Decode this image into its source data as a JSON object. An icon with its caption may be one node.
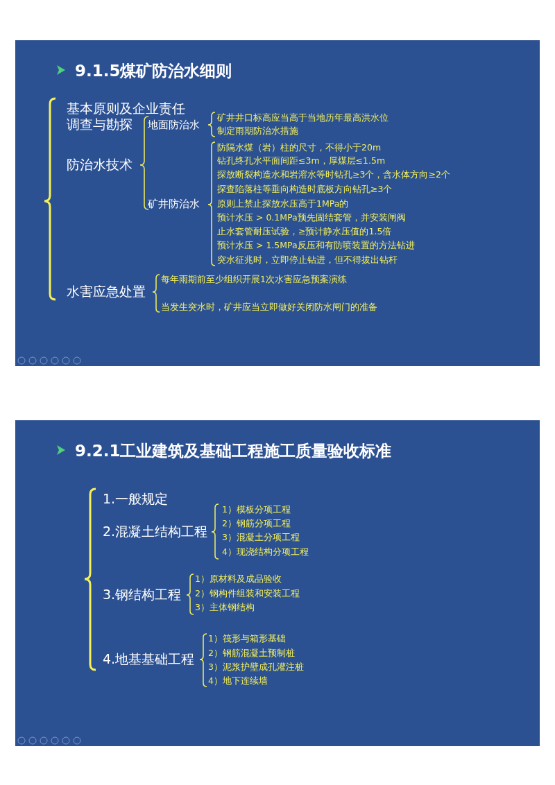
{
  "diagram": {
    "nodes": [
      {
        "text": [
          "9.1.5煤矿防治水细则"
        ]
      },
      {
        "text": [
          "9.2.1工业建筑及基础工程施工质量验收标准"
        ]
      }
    ],
    "edges": [],
    "labels": [
      "基本原则及企业责任",
      "调查与勘探",
      "地面防治水",
      "矿井井口标高应当高于当地历年最高洪水位",
      "制定雨期防治水措施",
      "防治水技术",
      "防隔水煤（岩）柱的尺寸，不得小于20m",
      "钻孔终孔水平面间距≤3m，厚煤层≤1.5m",
      "探放断裂构造水和岩溶水等时钻孔≥3个，含水体方向≥2个",
      "探查陷落柱等垂向构造时底板方向钻孔≥3个",
      "矿井防治水",
      "原则上禁止探放水压高于1MPa的",
      "预计水压 > 0.1MPa预先固结套管，并安装闸阀",
      "止水套管耐压试验，≥预计静水压值的1.5倍",
      "预计水压 > 1.5MPa反压和有防喷装置的方法钻进",
      "突水征兆时，立即停止钻进，但不得拔出钻杆",
      "每年雨期前至少组织开展1次水害应急预案演练",
      "水害应急处置",
      "当发生突水时，矿井应当立即做好关闭防水闸门的准备",
      "1.一般规定",
      "1）模板分项工程",
      "2）钢筋分项工程",
      "2.混凝土结构工程",
      "3）混凝土分项工程",
      "4）现浇结构分项工程",
      "1）原材料及成品验收",
      "3.钢结构工程",
      "2）钢构件组装和安装工程",
      "3）主体钢结构",
      "1）筏形与箱形基础",
      "2）钢筋混凝土预制桩",
      "4.地基基础工程",
      "3）泥浆护壁成孔灌注桩",
      "4）地下连续墙"
    ]
  }
}
